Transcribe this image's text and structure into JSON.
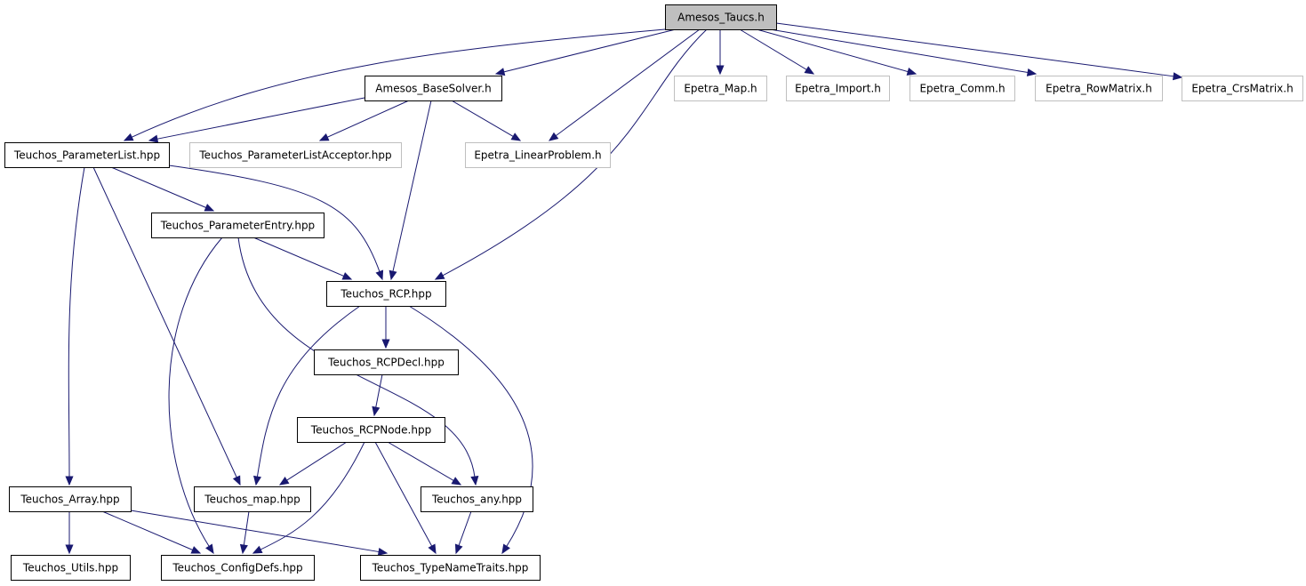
{
  "colors": {
    "edge": "#191970",
    "text": "#000000",
    "text_external": "#000000",
    "border": "#000000",
    "border_external": "#bfbfbf",
    "fill": "#ffffff",
    "fill_root": "#bfbfbf"
  },
  "nodes": [
    {
      "id": "amesos_taucs",
      "label": "Amesos_Taucs.h",
      "style": "root"
    },
    {
      "id": "amesos_basesolver",
      "label": "Amesos_BaseSolver.h",
      "style": "normal"
    },
    {
      "id": "epetra_map",
      "label": "Epetra_Map.h",
      "style": "external"
    },
    {
      "id": "epetra_import",
      "label": "Epetra_Import.h",
      "style": "external"
    },
    {
      "id": "epetra_comm",
      "label": "Epetra_Comm.h",
      "style": "external"
    },
    {
      "id": "epetra_rowmatrix",
      "label": "Epetra_RowMatrix.h",
      "style": "external"
    },
    {
      "id": "epetra_crsmatrix",
      "label": "Epetra_CrsMatrix.h",
      "style": "external"
    },
    {
      "id": "teuchos_parameterlist",
      "label": "Teuchos_ParameterList.hpp",
      "style": "normal"
    },
    {
      "id": "teuchos_parameterlistacceptor",
      "label": "Teuchos_ParameterListAcceptor.hpp",
      "style": "external"
    },
    {
      "id": "epetra_linearproblem",
      "label": "Epetra_LinearProblem.h",
      "style": "external"
    },
    {
      "id": "teuchos_parameterentry",
      "label": "Teuchos_ParameterEntry.hpp",
      "style": "normal"
    },
    {
      "id": "teuchos_rcp",
      "label": "Teuchos_RCP.hpp",
      "style": "normal"
    },
    {
      "id": "teuchos_rcpdecl",
      "label": "Teuchos_RCPDecl.hpp",
      "style": "normal"
    },
    {
      "id": "teuchos_rcpnode",
      "label": "Teuchos_RCPNode.hpp",
      "style": "normal"
    },
    {
      "id": "teuchos_array",
      "label": "Teuchos_Array.hpp",
      "style": "normal"
    },
    {
      "id": "teuchos_map",
      "label": "Teuchos_map.hpp",
      "style": "normal"
    },
    {
      "id": "teuchos_any",
      "label": "Teuchos_any.hpp",
      "style": "normal"
    },
    {
      "id": "teuchos_utils",
      "label": "Teuchos_Utils.hpp",
      "style": "normal"
    },
    {
      "id": "teuchos_configdefs",
      "label": "Teuchos_ConfigDefs.hpp",
      "style": "normal"
    },
    {
      "id": "teuchos_typenametraits",
      "label": "Teuchos_TypeNameTraits.hpp",
      "style": "normal"
    }
  ],
  "edges": [
    {
      "from": "amesos_taucs",
      "to": "amesos_basesolver"
    },
    {
      "from": "amesos_taucs",
      "to": "teuchos_parameterlist"
    },
    {
      "from": "amesos_taucs",
      "to": "epetra_linearproblem"
    },
    {
      "from": "amesos_taucs",
      "to": "teuchos_rcp"
    },
    {
      "from": "amesos_taucs",
      "to": "epetra_map"
    },
    {
      "from": "amesos_taucs",
      "to": "epetra_import"
    },
    {
      "from": "amesos_taucs",
      "to": "epetra_comm"
    },
    {
      "from": "amesos_taucs",
      "to": "epetra_rowmatrix"
    },
    {
      "from": "amesos_taucs",
      "to": "epetra_crsmatrix"
    },
    {
      "from": "amesos_basesolver",
      "to": "teuchos_parameterlist"
    },
    {
      "from": "amesos_basesolver",
      "to": "teuchos_parameterlistacceptor"
    },
    {
      "from": "amesos_basesolver",
      "to": "epetra_linearproblem"
    },
    {
      "from": "amesos_basesolver",
      "to": "teuchos_rcp"
    },
    {
      "from": "teuchos_parameterlist",
      "to": "teuchos_parameterentry"
    },
    {
      "from": "teuchos_parameterlist",
      "to": "teuchos_rcp"
    },
    {
      "from": "teuchos_parameterlist",
      "to": "teuchos_array"
    },
    {
      "from": "teuchos_parameterlist",
      "to": "teuchos_map"
    },
    {
      "from": "teuchos_parameterentry",
      "to": "teuchos_rcp"
    },
    {
      "from": "teuchos_parameterentry",
      "to": "teuchos_any"
    },
    {
      "from": "teuchos_parameterentry",
      "to": "teuchos_configdefs"
    },
    {
      "from": "teuchos_rcp",
      "to": "teuchos_rcpdecl"
    },
    {
      "from": "teuchos_rcp",
      "to": "teuchos_map"
    },
    {
      "from": "teuchos_rcp",
      "to": "teuchos_typenametraits"
    },
    {
      "from": "teuchos_rcpdecl",
      "to": "teuchos_rcpnode"
    },
    {
      "from": "teuchos_rcpnode",
      "to": "teuchos_map"
    },
    {
      "from": "teuchos_rcpnode",
      "to": "teuchos_any"
    },
    {
      "from": "teuchos_rcpnode",
      "to": "teuchos_configdefs"
    },
    {
      "from": "teuchos_rcpnode",
      "to": "teuchos_typenametraits"
    },
    {
      "from": "teuchos_array",
      "to": "teuchos_utils"
    },
    {
      "from": "teuchos_array",
      "to": "teuchos_configdefs"
    },
    {
      "from": "teuchos_array",
      "to": "teuchos_typenametraits"
    },
    {
      "from": "teuchos_map",
      "to": "teuchos_configdefs"
    },
    {
      "from": "teuchos_any",
      "to": "teuchos_typenametraits"
    }
  ]
}
